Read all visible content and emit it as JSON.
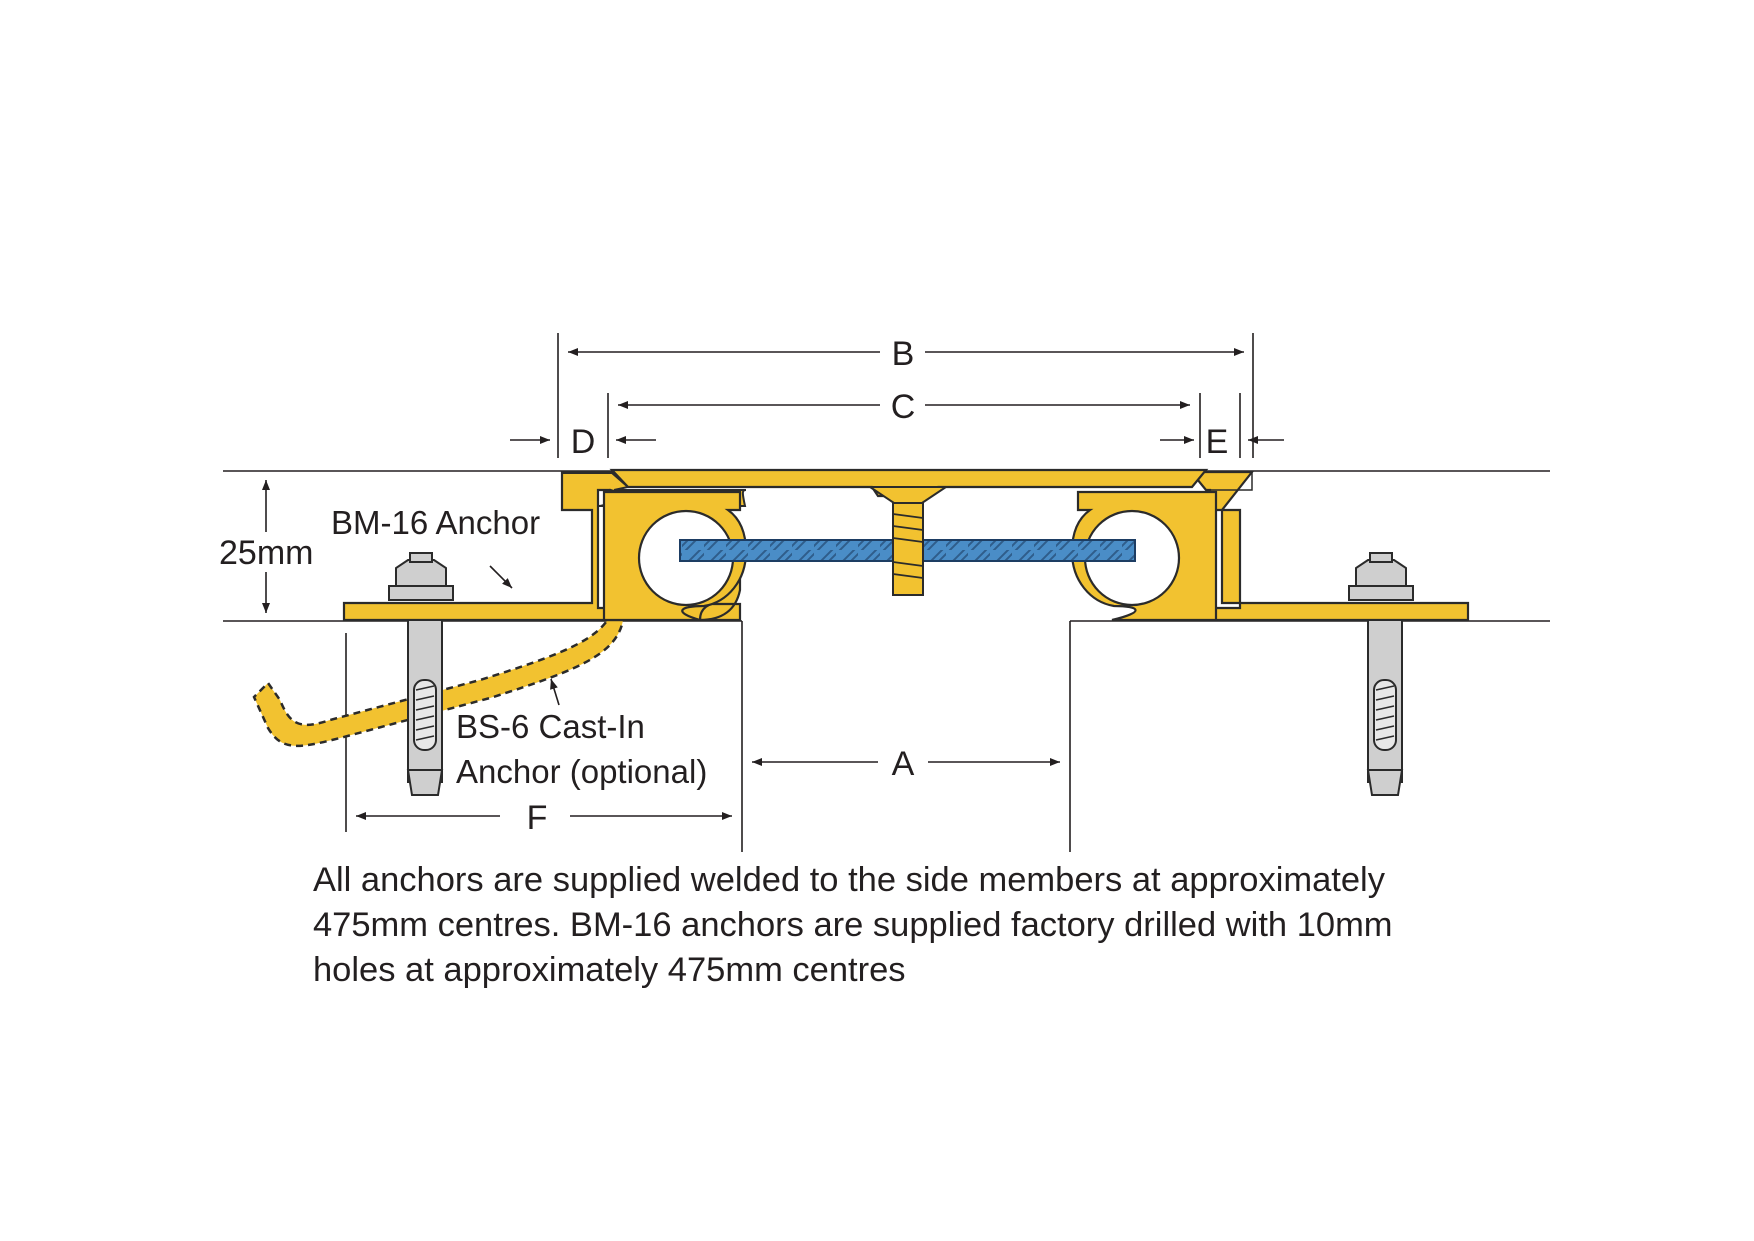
{
  "labels": {
    "dim_a": "A",
    "dim_b": "B",
    "dim_c": "C",
    "dim_d": "D",
    "dim_e": "E",
    "dim_f": "F",
    "height": "25mm",
    "bm16": "BM-16 Anchor",
    "bs6_line1": "BS-6 Cast-In",
    "bs6_line2": "Anchor (optional)"
  },
  "caption": {
    "line1": "All anchors are supplied welded to the side members at approximately",
    "line2": "475mm centres. BM-16 anchors are supplied factory drilled with 10mm",
    "line3": "holes at approximately 475mm centres"
  },
  "colors": {
    "profile": "#F2C230",
    "profile_outline": "#2b2b2b",
    "plate": "#4A8DC7",
    "bolt": "#CFCFCF",
    "line": "#231f20"
  }
}
